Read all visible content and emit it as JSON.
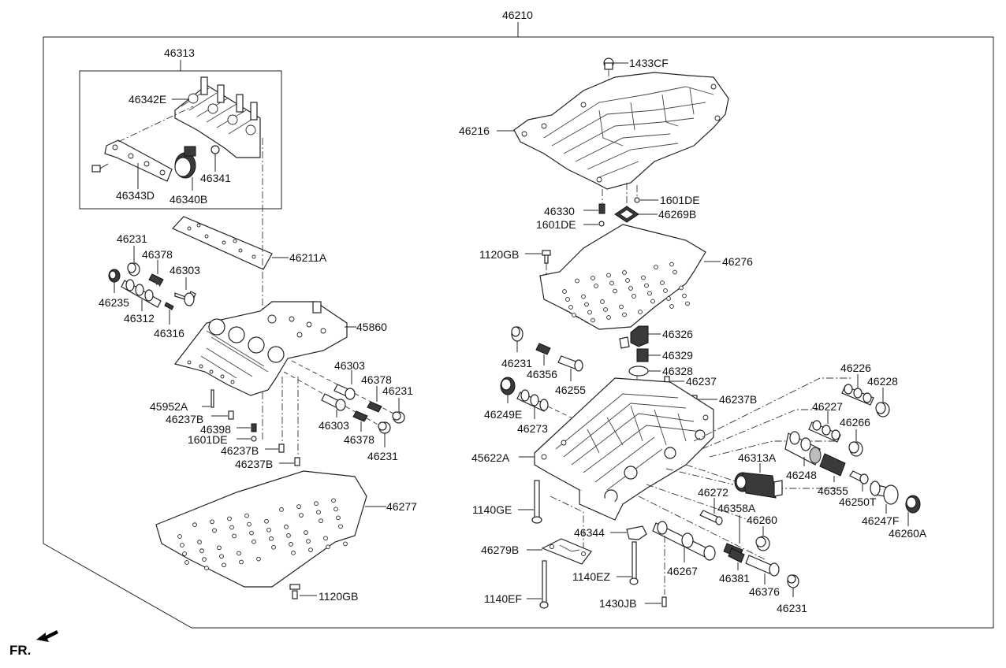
{
  "diagram": {
    "direction_label": "FR.",
    "labels": {
      "main_assembly": "46210",
      "solenoid_group": "46313",
      "solenoid_body": "46342E",
      "solenoid_bracket": "46343D",
      "solenoid_valve": "46340B",
      "oring_46341": "46341",
      "separator_46211A": "46211A",
      "plug_46231_a": "46231",
      "spring_46378_a": "46378",
      "plug_46235": "46235",
      "valve_46303_a": "46303",
      "valve_46312": "46312",
      "spring_46316": "46316",
      "upper_body_45860": "45860",
      "valve_46303_b": "46303",
      "spring_46378_b": "46378",
      "plug_46231_b": "46231",
      "valve_46303_c": "46303",
      "spring_46378_c": "46378",
      "plug_46231_c": "46231",
      "pin_45952A": "45952A",
      "pin_46237B_a": "46237B",
      "spring_46398": "46398",
      "ball_1601DE_a": "1601DE",
      "pin_46237B_b": "46237B",
      "pin_46237B_c": "46237B",
      "plate_46277": "46277",
      "bolt_1120GB_a": "1120GB",
      "plug_1433CF": "1433CF",
      "body_46216": "46216",
      "ball_1601DE_b": "1601DE",
      "spring_46330": "46330",
      "filter_46269B": "46269B",
      "ball_1601DE_c": "1601DE",
      "bolt_1120GB_b": "1120GB",
      "plate_46276": "46276",
      "accumulator_46326": "46326",
      "spring_46329": "46329",
      "oring_46328": "46328",
      "pin_46237": "46237",
      "pin_46237B_d": "46237B",
      "plug_46231_d": "46231",
      "spring_46356": "46356",
      "valve_46255": "46255",
      "plug_46249E": "46249E",
      "valve_46273": "46273",
      "lower_body_45622A": "45622A",
      "valve_46226": "46226",
      "plug_46228": "46228",
      "valve_46227": "46227",
      "plug_46266": "46266",
      "valve_46248": "46248",
      "spring_46355": "46355",
      "valve_46250T": "46250T",
      "valve_46247F": "46247F",
      "plug_46260A": "46260A",
      "solenoid_46313A": "46313A",
      "valve_46272": "46272",
      "spring_46358A": "46358A",
      "plug_46260": "46260",
      "bolt_1140GE": "1140GE",
      "clip_46344": "46344",
      "bracket_46279B": "46279B",
      "bolt_1140EZ": "1140EZ",
      "valve_46267": "46267",
      "spring_46381": "46381",
      "valve_46376": "46376",
      "bolt_1140EF": "1140EF",
      "pin_1430JB": "1430JB",
      "plug_46231_e": "46231"
    }
  }
}
